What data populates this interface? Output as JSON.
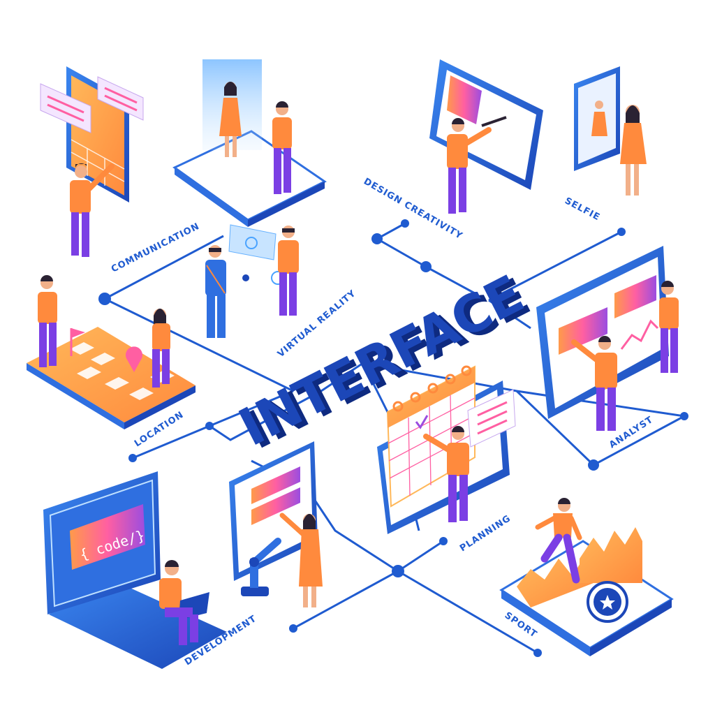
{
  "title": "INTERFACE",
  "colors": {
    "line": "#1f5bd0",
    "screen_blue": "#2f6fe0",
    "dark_blue": "#1c47b8",
    "orange": "#ffa24a",
    "shirt": "#ff8a3d",
    "pants": "#7b3fe4",
    "pink": "#ff5fa2",
    "purple": "#9b4de0"
  },
  "labels": {
    "communication": "COMMUNICATION",
    "virtual_reality": "VIRTUAL REALITY",
    "design_creativity": "DESIGN CREATIVITY",
    "selfie": "SELFIE",
    "location": "LOCATION",
    "analyst": "ANALYST",
    "planning": "PLANNING",
    "development": "DEVELOPMENT",
    "sport": "SPORT"
  },
  "code_text": "{ code/}"
}
